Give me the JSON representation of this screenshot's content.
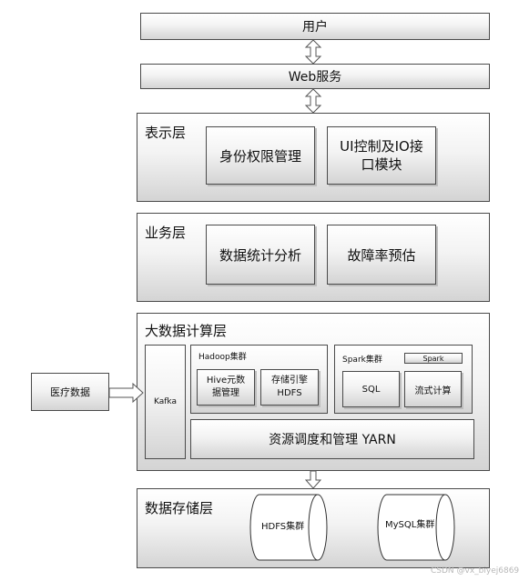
{
  "user": "用户",
  "web": "Web服务",
  "presentation": {
    "title": "表示层",
    "auth": "身份权限管理",
    "ui_line1": "UI控制及IO接",
    "ui_line2": "口模块"
  },
  "business": {
    "title": "业务层",
    "stats": "数据统计分析",
    "failure": "故障率预估"
  },
  "bigdata": {
    "title": "大数据计算层",
    "kafka": "Kafka",
    "hadoop": {
      "title": "Hadoop集群",
      "hive_line1": "Hive元数",
      "hive_line2": "据管理",
      "storage_line1": "存储引擎",
      "storage_line2": "HDFS"
    },
    "spark": {
      "title": "Spark集群",
      "tag": "Spark",
      "sql": "SQL",
      "stream": "流式计算"
    },
    "yarn": "资源调度和管理 YARN"
  },
  "medical": "医疗数据",
  "storage": {
    "title": "数据存储层",
    "hdfs": "HDFS集群",
    "mysql": "MySQL集群"
  },
  "watermark": "CSDN @vx_biyej6869"
}
